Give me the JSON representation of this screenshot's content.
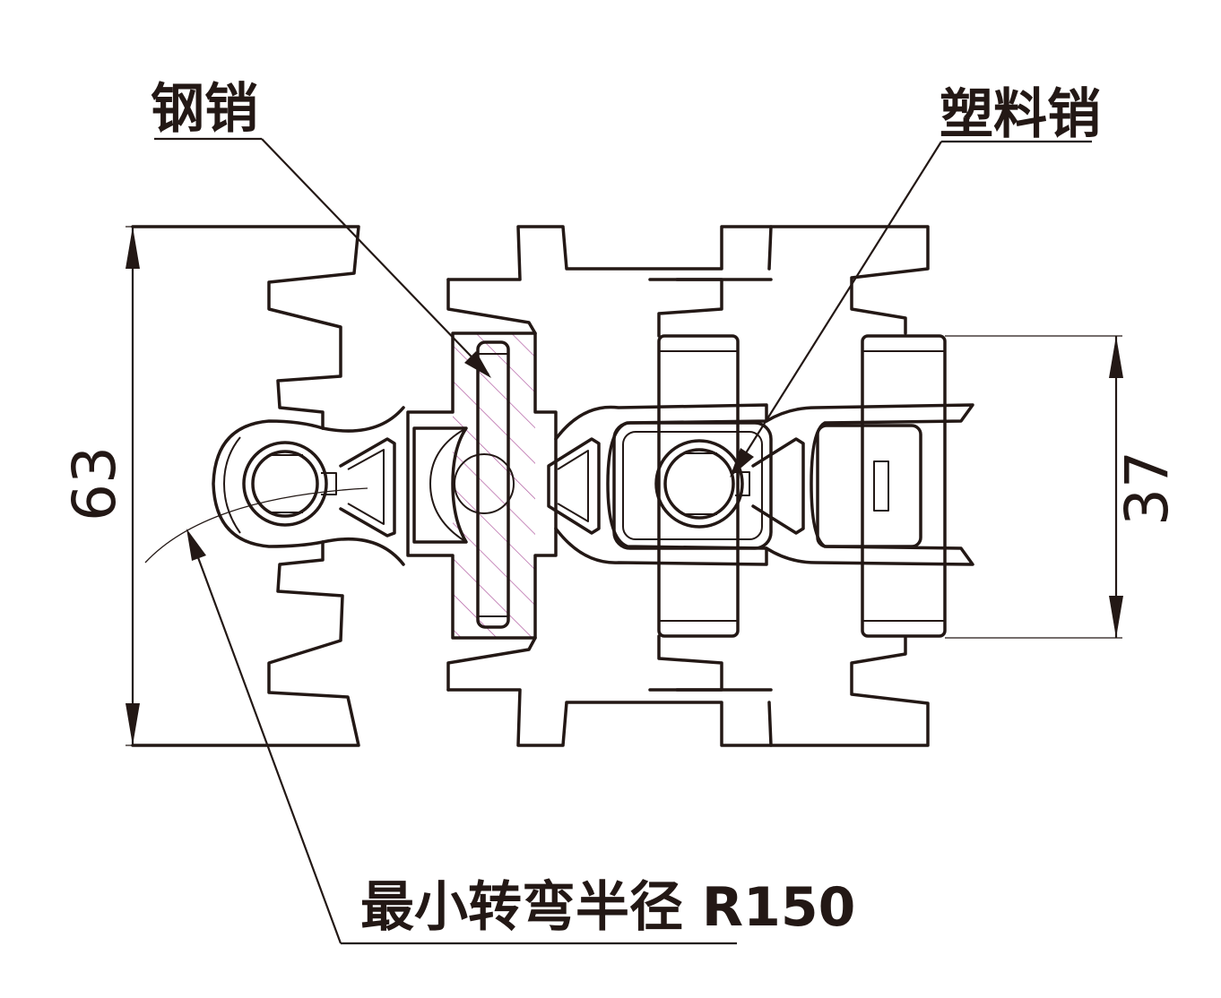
{
  "labels": {
    "steel_pin": "钢销",
    "plastic_pin": "塑料销",
    "min_radius": "最小转弯半径 R150"
  },
  "dimensions": {
    "overall_width": "63",
    "pin_span": "37"
  },
  "colors": {
    "line": "#231815",
    "hatch": "#b05aa0",
    "background": "#ffffff"
  }
}
